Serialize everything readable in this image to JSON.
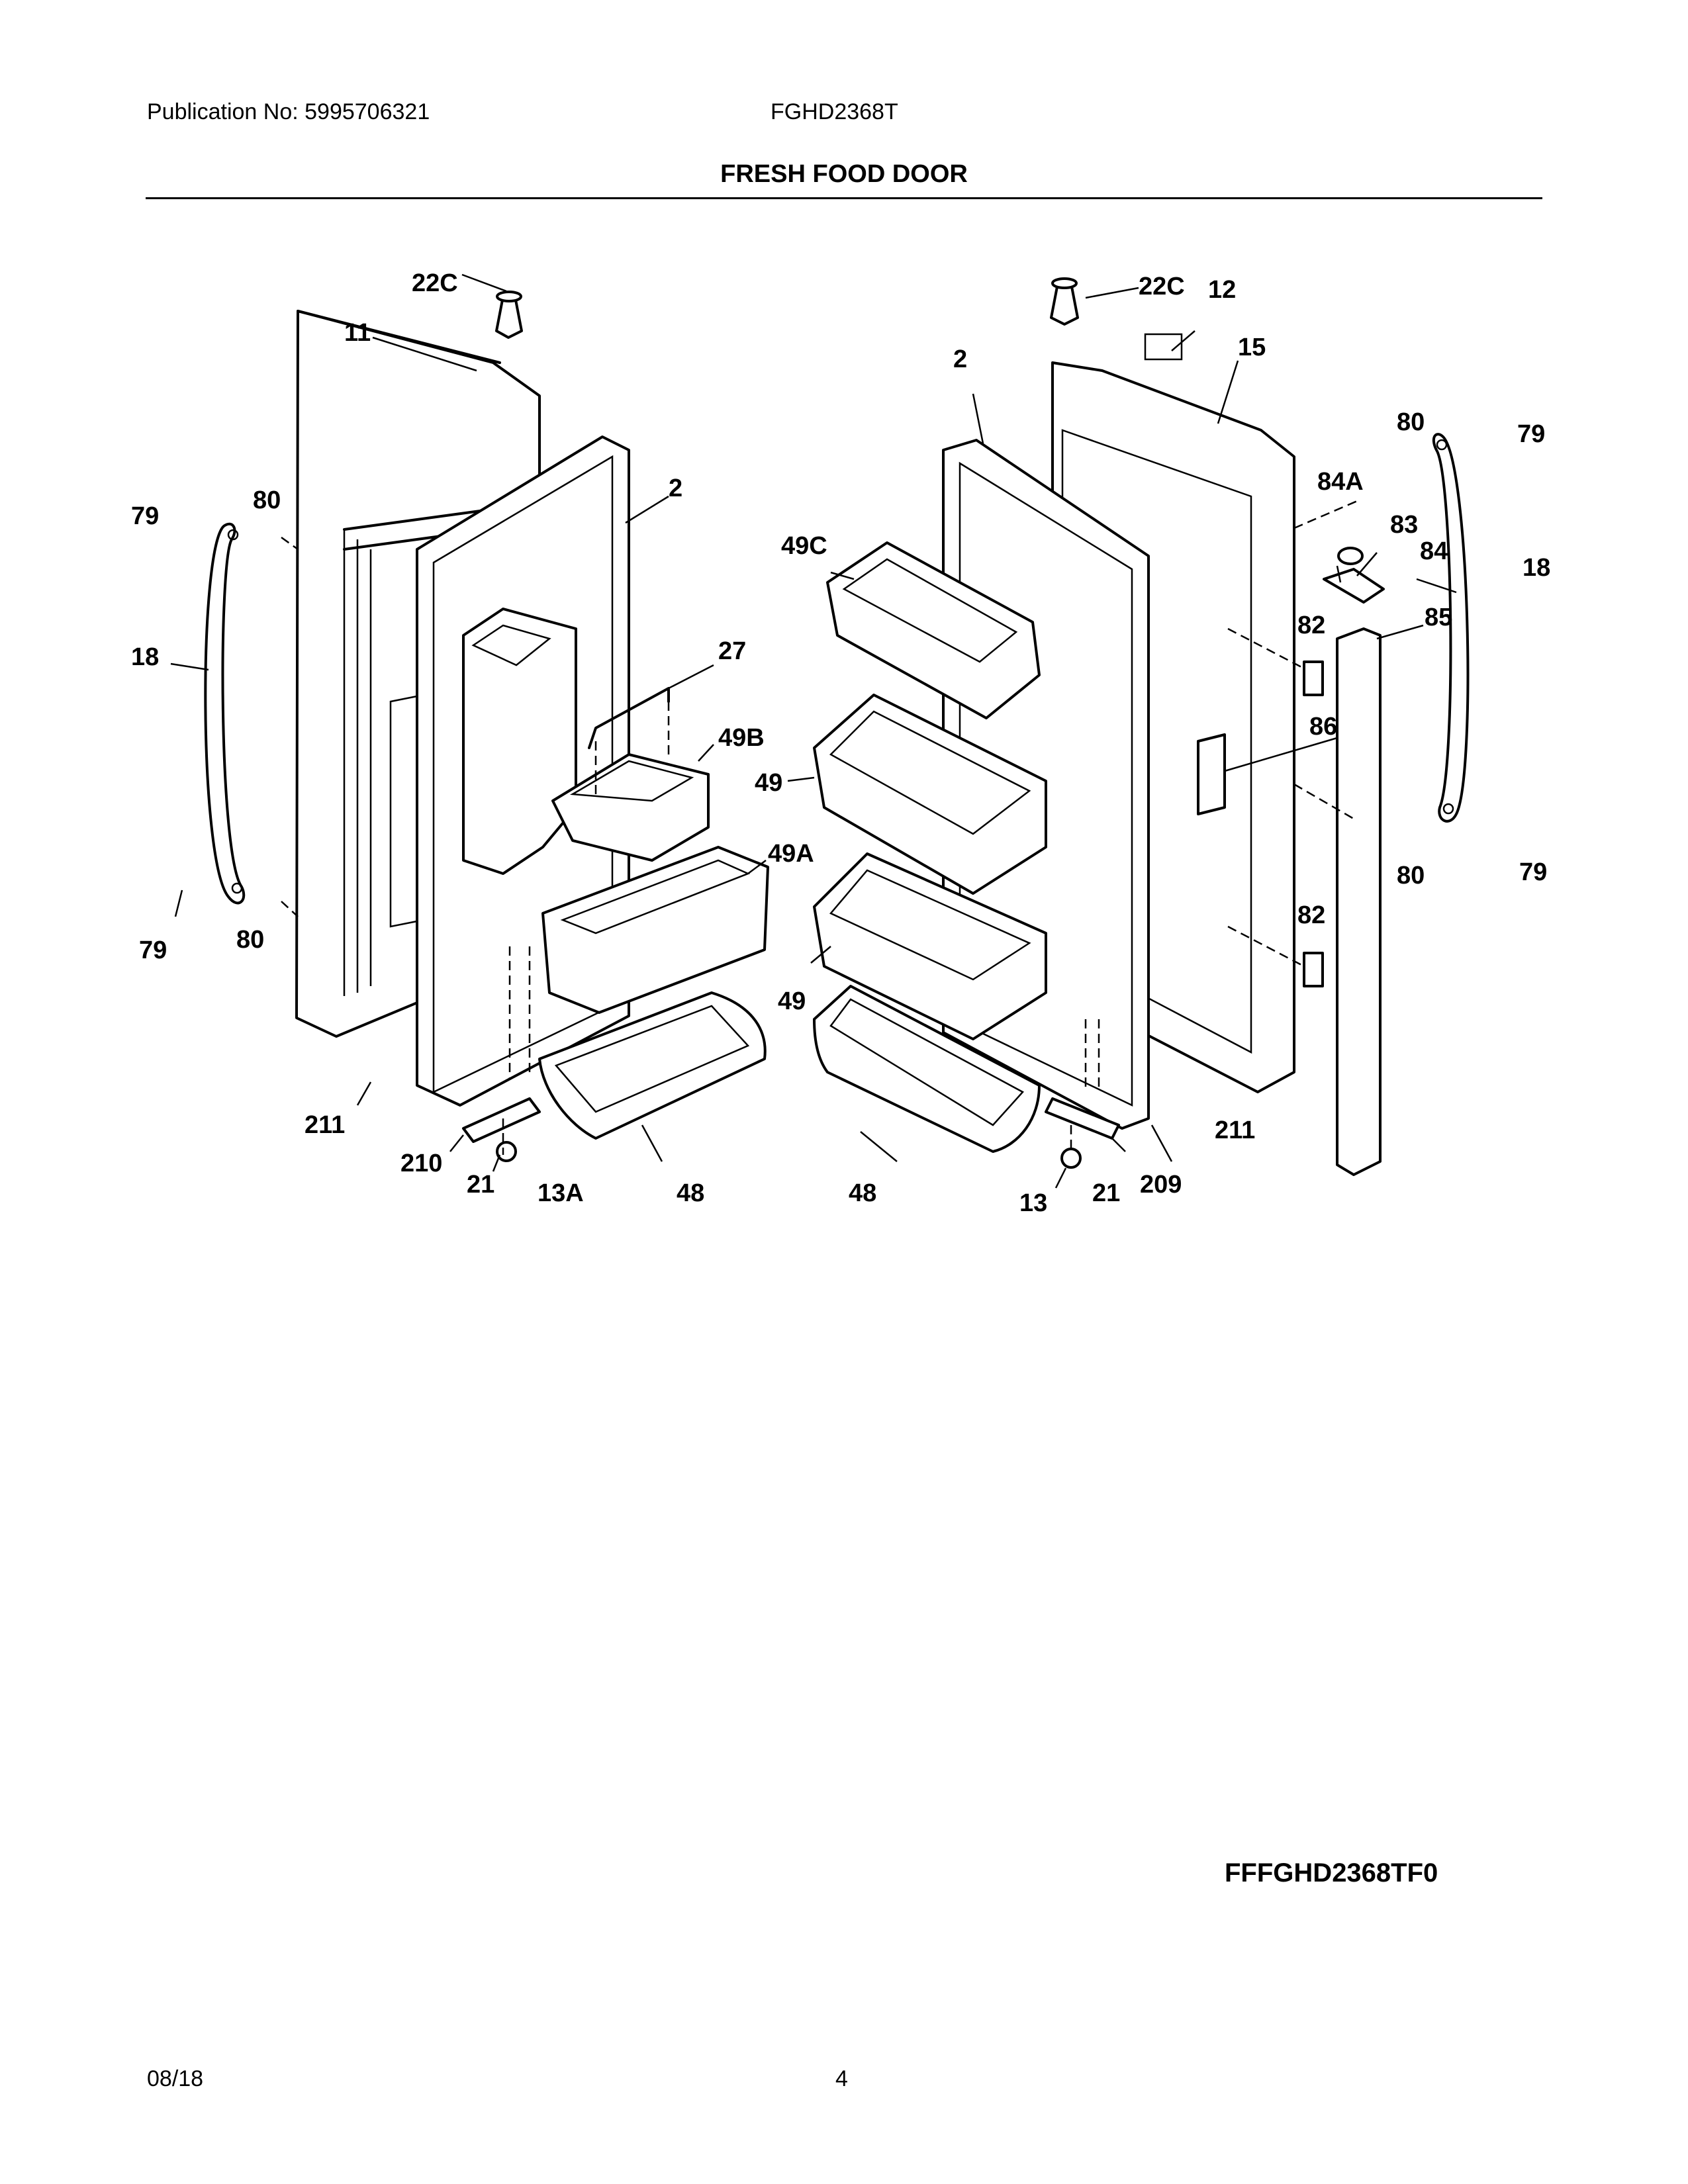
{
  "header": {
    "publication": "Publication No: 5995706321",
    "model": "FGHD2368T",
    "title": "FRESH FOOD DOOR"
  },
  "callouts": {
    "c22c_l": "22C",
    "c11": "11",
    "c2_l": "2",
    "c79_tl": "79",
    "c80_tl": "80",
    "c18_l": "18",
    "c27": "27",
    "c49b": "49B",
    "c49a": "49A",
    "c79_bl": "79",
    "c80_bl": "80",
    "c211_l": "211",
    "c210": "210",
    "c21_l": "21",
    "c13a": "13A",
    "c48_l": "48",
    "c22c_r": "22C",
    "c12": "12",
    "c2_r": "2",
    "c15": "15",
    "c80_tr": "80",
    "c79_tr": "79",
    "c84a": "84A",
    "c83": "83",
    "c84": "84",
    "c18_r": "18",
    "c49c": "49C",
    "c82_t": "82",
    "c85": "85",
    "c86": "86",
    "c49_t": "49",
    "c80_br": "80",
    "c79_br": "79",
    "c82_b": "82",
    "c49_b": "49",
    "c211_r": "211",
    "c209": "209",
    "c21_r": "21",
    "c13": "13",
    "c48_r": "48"
  },
  "footer": {
    "diagram_code": "FFFGHD2368TF0",
    "date": "08/18",
    "page": "4"
  }
}
